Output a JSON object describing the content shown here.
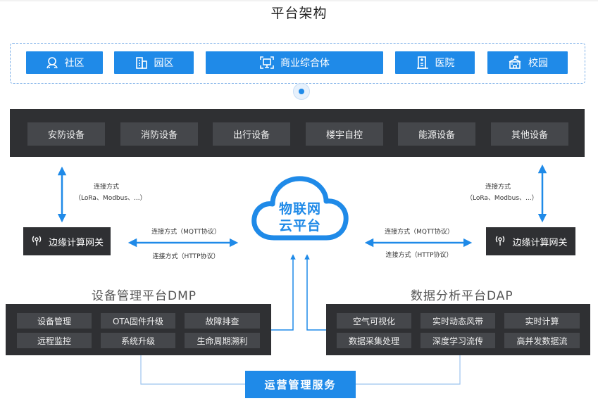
{
  "title": "平台架构",
  "scenarios": [
    {
      "label": "社区",
      "icon": "community-icon"
    },
    {
      "label": "园区",
      "icon": "park-building-icon"
    },
    {
      "label": "商业综合体",
      "icon": "commercial-complex-icon"
    },
    {
      "label": "医院",
      "icon": "hospital-icon"
    },
    {
      "label": "校园",
      "icon": "campus-icon"
    }
  ],
  "devices": [
    "安防设备",
    "消防设备",
    "出行设备",
    "楼宇自控",
    "能源设备",
    "其他设备"
  ],
  "left_connection": {
    "line1": "连接方式",
    "line2": "（LoRa、Modbus、...）"
  },
  "right_connection": {
    "line1": "连接方式",
    "line2": "（LoRa、Modbus、...）"
  },
  "gateway_left": "边缘计算网关",
  "gateway_right": "边缘计算网关",
  "mqtt_left": "连接方式（MQTT协议）",
  "http_left": "连接方式（HTTP协议）",
  "mqtt_right": "连接方式（MQTT协议）",
  "http_right": "连接方式（HTTP协议）",
  "cloud": {
    "line1": "物联网",
    "line2": "云平台"
  },
  "dmp": {
    "title": "设备管理平台DMP",
    "items": [
      "设备管理",
      "OTA固件升级",
      "故障排查",
      "远程监控",
      "系统升级",
      "生命周期溯利"
    ]
  },
  "dap": {
    "title": "数据分析平台DAP",
    "items": [
      "空气可视化",
      "实时动态风带",
      "实时计算",
      "数据采集处理",
      "深度学习流传",
      "高并发数据流"
    ]
  },
  "ops": "运营管理服务",
  "colors": {
    "accent": "#1f8ae8",
    "dark": "#2f3033",
    "cell": "#45474b"
  }
}
